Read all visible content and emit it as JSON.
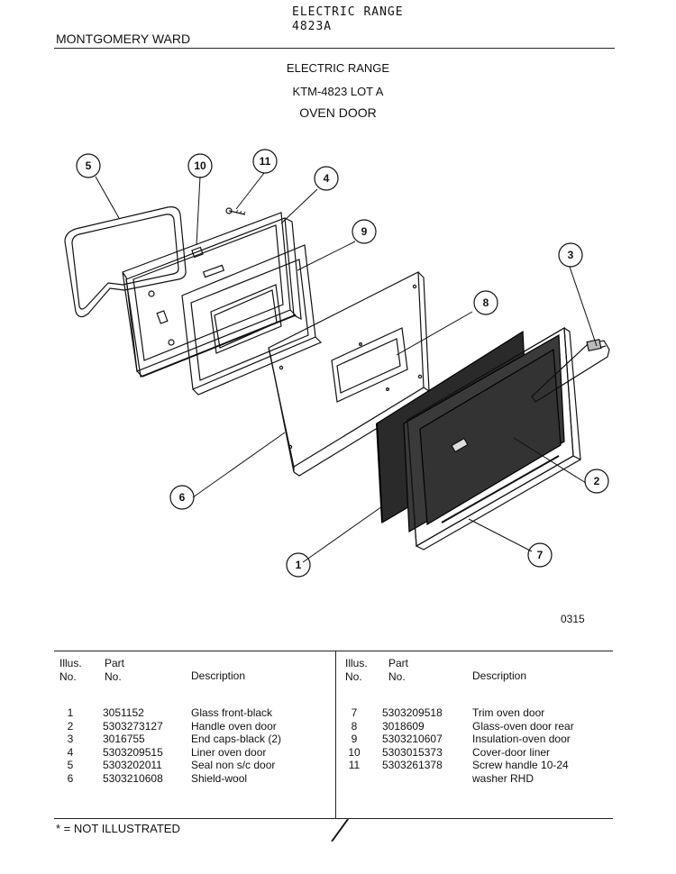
{
  "header": {
    "model_title": "ELECTRIC RANGE",
    "model_number": "4823A",
    "brand": "MONTGOMERY WARD"
  },
  "title_block": {
    "line1": "ELECTRIC RANGE",
    "line2": "KTM-4823 LOT A",
    "line3": "OVEN DOOR"
  },
  "diagram": {
    "callouts": [
      "1",
      "2",
      "3",
      "4",
      "5",
      "6",
      "7",
      "8",
      "9",
      "10",
      "11"
    ],
    "figure_code": "0315"
  },
  "table": {
    "headers": {
      "illus_line1": "Illus.",
      "illus_line2": "No.",
      "part_line1": "Part",
      "part_line2": "No.",
      "description": "Description"
    },
    "left_rows": [
      {
        "illus": "1",
        "part": "3051152",
        "desc": "Glass front-black"
      },
      {
        "illus": "2",
        "part": "5303273127",
        "desc": "Handle oven door"
      },
      {
        "illus": "3",
        "part": "3016755",
        "desc": "End caps-black (2)"
      },
      {
        "illus": "4",
        "part": "5303209515",
        "desc": "Liner oven door"
      },
      {
        "illus": "5",
        "part": "5303202011",
        "desc": "Seal non s/c door"
      },
      {
        "illus": "6",
        "part": "5303210608",
        "desc": "Shield-wool"
      }
    ],
    "right_rows": [
      {
        "illus": "7",
        "part": "5303209518",
        "desc": "Trim oven door"
      },
      {
        "illus": "8",
        "part": "3018609",
        "desc": "Glass-oven door rear"
      },
      {
        "illus": "9",
        "part": "5303210607",
        "desc": "Insulation-oven door"
      },
      {
        "illus": "10",
        "part": "5303015373",
        "desc": "Cover-door liner"
      },
      {
        "illus": "11",
        "part": "5303261378",
        "desc": "Screw handle 10-24"
      },
      {
        "illus": "",
        "part": "",
        "desc": "washer RHD"
      }
    ]
  },
  "footer": {
    "note": "* = NOT ILLUSTRATED",
    "page_mark": "/"
  }
}
